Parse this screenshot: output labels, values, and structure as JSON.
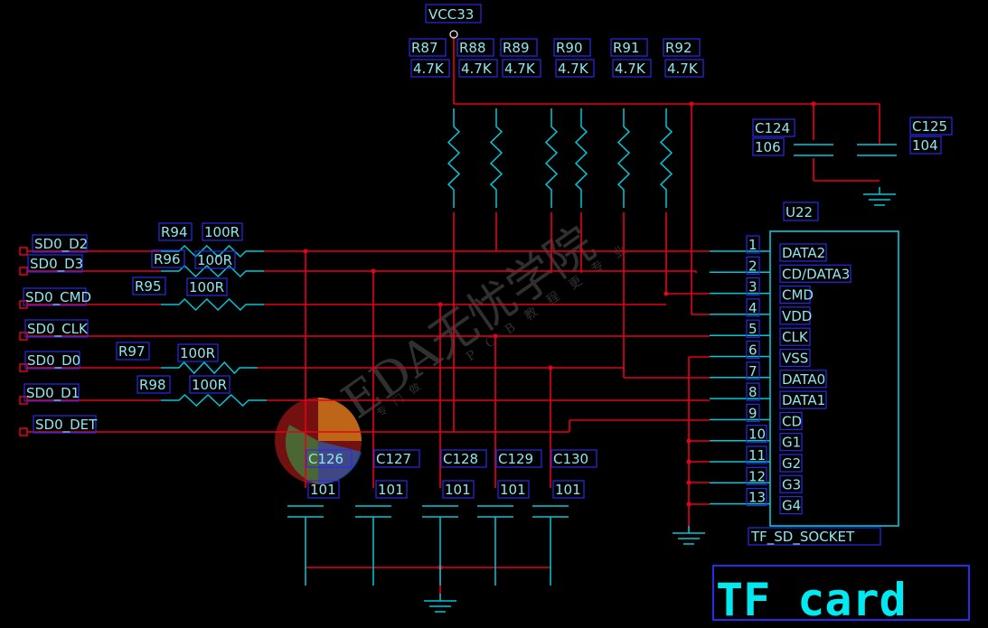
{
  "supply": {
    "label": "VCC33"
  },
  "pullups": [
    {
      "ref": "R87",
      "value": "4.7K"
    },
    {
      "ref": "R88",
      "value": "4.7K"
    },
    {
      "ref": "R89",
      "value": "4.7K"
    },
    {
      "ref": "R90",
      "value": "4.7K"
    },
    {
      "ref": "R91",
      "value": "4.7K"
    },
    {
      "ref": "R92",
      "value": "4.7K"
    }
  ],
  "bulk_caps": [
    {
      "ref": "C124",
      "value": "106"
    },
    {
      "ref": "C125",
      "value": "104"
    }
  ],
  "nets": [
    {
      "name": "SD0_D2"
    },
    {
      "name": "SD0_D3"
    },
    {
      "name": "SD0_CMD"
    },
    {
      "name": "SD0_CLK"
    },
    {
      "name": "SD0_D0"
    },
    {
      "name": "SD0_D1"
    },
    {
      "name": "SD0_DET"
    }
  ],
  "series_resistors": [
    {
      "ref": "R94",
      "value": "100R"
    },
    {
      "ref": "R96",
      "value": "100R"
    },
    {
      "ref": "R95",
      "value": "100R"
    },
    {
      "ref": "R97",
      "value": "100R"
    },
    {
      "ref": "R98",
      "value": "100R"
    }
  ],
  "filter_caps": [
    {
      "ref": "C126",
      "value": "101"
    },
    {
      "ref": "C127",
      "value": "101"
    },
    {
      "ref": "C128",
      "value": "101"
    },
    {
      "ref": "C129",
      "value": "101"
    },
    {
      "ref": "C130",
      "value": "101"
    }
  ],
  "connector": {
    "ref": "U22",
    "part": "TF_SD_SOCKET",
    "pins": [
      {
        "num": "1",
        "name": "DATA2"
      },
      {
        "num": "2",
        "name": "CD/DATA3"
      },
      {
        "num": "3",
        "name": "CMD"
      },
      {
        "num": "4",
        "name": "VDD"
      },
      {
        "num": "5",
        "name": "CLK"
      },
      {
        "num": "6",
        "name": "VSS"
      },
      {
        "num": "7",
        "name": "DATA0"
      },
      {
        "num": "8",
        "name": "DATA1"
      },
      {
        "num": "9",
        "name": "CD"
      },
      {
        "num": "10",
        "name": "G1"
      },
      {
        "num": "11",
        "name": "G2"
      },
      {
        "num": "12",
        "name": "G3"
      },
      {
        "num": "13",
        "name": "G4"
      }
    ]
  },
  "title_block": {
    "text": "TF card"
  },
  "watermark": {
    "main": "EDA无忧学院",
    "sub1": "PCB教程更专业",
    "sub2": "专门做"
  },
  "colors": {
    "wire": "#e8001a",
    "symbol": "#00c8d8",
    "label_box": "#2a2ae8",
    "text": "#8fe6f0",
    "background": "#000000"
  }
}
